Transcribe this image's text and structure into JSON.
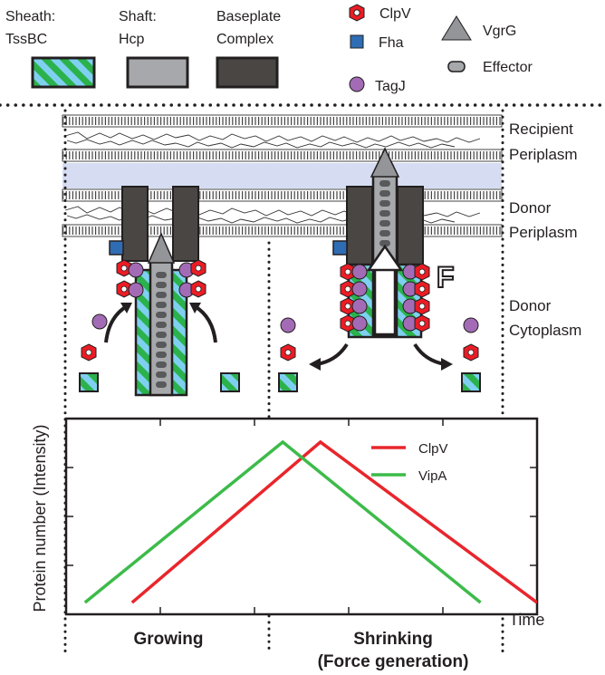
{
  "legend": {
    "sheath": [
      "Sheath:",
      "TssBC"
    ],
    "shaft": [
      "Shaft:",
      "Hcp"
    ],
    "baseplate": [
      "Baseplate",
      "Complex"
    ],
    "clpv": "ClpV",
    "fha": "Fha",
    "tagj": "TagJ",
    "vgrg": "VgrG",
    "effector": "Effector"
  },
  "compartments": {
    "recipient": [
      "Recipient",
      "Periplasm"
    ],
    "donor_peri": [
      "Donor",
      "Periplasm"
    ],
    "donor_cyto": [
      "Donor",
      "Cytoplasm"
    ]
  },
  "force_label": "F",
  "phases": {
    "growing": "Growing",
    "shrinking": [
      "Shrinking",
      "(Force generation)"
    ]
  },
  "colors": {
    "sheath_blue": "#7fd0f0",
    "sheath_green": "#2bb24c",
    "shaft": "#a6a8ab",
    "baseplate": "#4a4644",
    "clpv": "#ec1c24",
    "fha": "#2e6db4",
    "tagj": "#a36bb5",
    "periplasm": "#d6ddf2",
    "clpv_line": "#e8262c",
    "vipa_line": "#3dbb4a"
  },
  "chart_data": {
    "type": "line",
    "ylabel": "Protein number (Intensity)",
    "xlabel": "Time",
    "xlim": [
      0,
      1
    ],
    "ylim": [
      0,
      1
    ],
    "series": [
      {
        "name": "ClpV",
        "color": "#e8262c",
        "x": [
          0.14,
          0.54,
          1.0
        ],
        "y": [
          0.06,
          0.88,
          0.06
        ]
      },
      {
        "name": "VipA",
        "color": "#3dbb4a",
        "x": [
          0.04,
          0.46,
          0.88
        ],
        "y": [
          0.06,
          0.88,
          0.06
        ]
      }
    ]
  }
}
